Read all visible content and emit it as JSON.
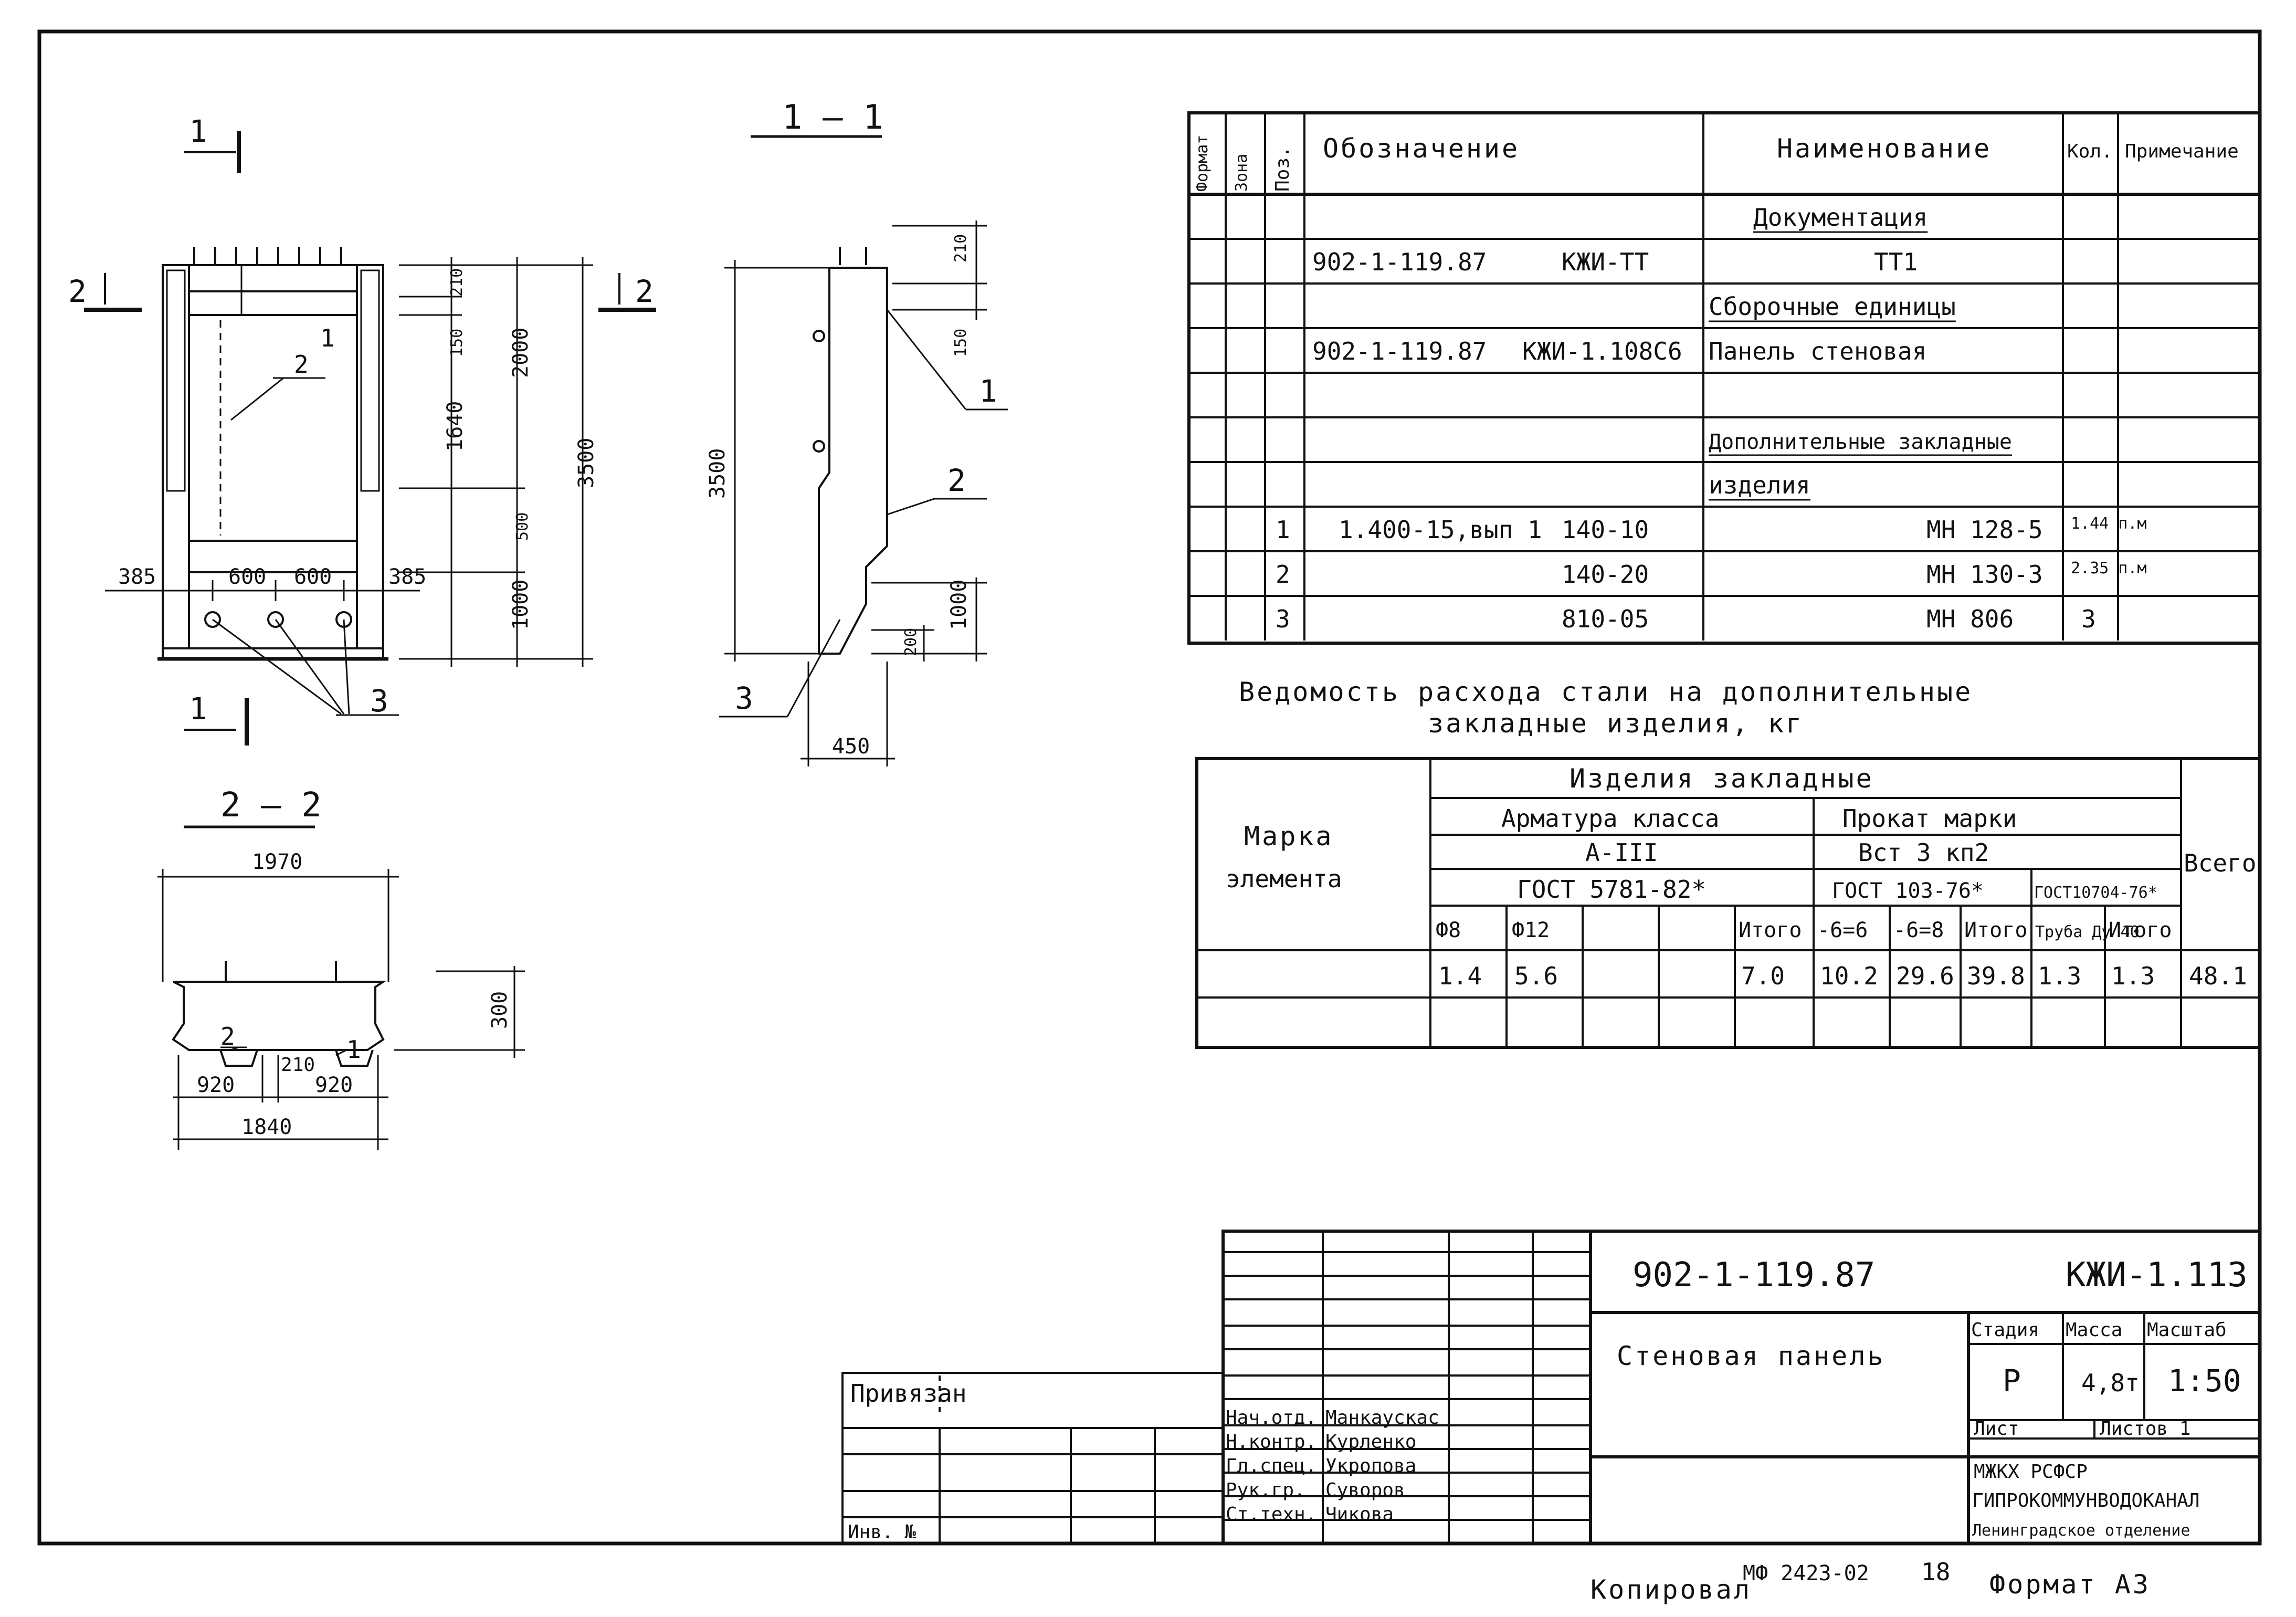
{
  "spec_table": {
    "headers": {
      "format": "Формат",
      "zone": "Зона",
      "pos": "Поз.",
      "designation": "Обозначение",
      "name": "Наименование",
      "qty": "Кол.",
      "note": "Примечание"
    },
    "rows": [
      {
        "pos": "",
        "desig_a": "",
        "desig_b": "",
        "name": "Документация",
        "qty": "",
        "underline": true,
        "center": true
      },
      {
        "pos": "",
        "desig_a": "902-1-119.87",
        "desig_b": "КЖИ-ТТ",
        "name": "ТТ1",
        "qty": "",
        "underline": false,
        "center": true
      },
      {
        "pos": "",
        "desig_a": "",
        "desig_b": "",
        "name": "Сборочные единицы",
        "qty": "",
        "underline": true,
        "center": false
      },
      {
        "pos": "",
        "desig_a": "902-1-119.87",
        "desig_b": "КЖИ-1.108С6",
        "name": "Панель  стеновая",
        "qty": "",
        "underline": false,
        "center": false
      },
      {
        "pos": "",
        "desig_a": "",
        "desig_b": "",
        "name": "",
        "qty": "",
        "underline": false,
        "center": false
      },
      {
        "pos": "",
        "desig_a": "",
        "desig_b": "",
        "name": "Дополнительные закладные",
        "qty": "",
        "underline": true,
        "center": false
      },
      {
        "pos": "",
        "desig_a": "",
        "desig_b": "",
        "name": "изделия",
        "qty": "",
        "underline": true,
        "center": false
      },
      {
        "pos": "1",
        "desig_a": "1.400-15,вып 1",
        "desig_b": "140-10",
        "name": "МН 128-5",
        "qty": "1.44 п.м",
        "underline": false,
        "center": false
      },
      {
        "pos": "2",
        "desig_a": "",
        "desig_b": "140-20",
        "name": "МН 130-3",
        "qty": "2.35 п.м",
        "underline": false,
        "center": false
      },
      {
        "pos": "3",
        "desig_a": "",
        "desig_b": "810-05",
        "name": "МН 806",
        "qty": "3",
        "underline": false,
        "center": false
      }
    ]
  },
  "steel_title": {
    "line1": "Ведомость расхода стали на дополнительные",
    "line2": "закладные изделия, кг"
  },
  "steel_table": {
    "mark_line1": "Марка",
    "mark_line2": "элемента",
    "group": "Изделия  закладные",
    "arm_class": "Арматура  класса",
    "rolled": "Прокат  марки",
    "a3": "А-III",
    "vst": "Вст 3 кп2",
    "gost_a": "ГОСТ 5781-82*",
    "gost_b": "ГОСТ 103-76*",
    "gost_c": "ГОСТ10704-76*",
    "total": "Всего",
    "cols": [
      "Ф8",
      "Ф12",
      "",
      "",
      "Итого",
      "-6=6",
      "-6=8",
      "Итого",
      "Труба Ду 40",
      "Итого"
    ],
    "values": [
      "1.4",
      "5.6",
      "",
      "",
      "7.0",
      "10.2",
      "29.6",
      "39.8",
      "1.3",
      "1.3",
      "48.1"
    ]
  },
  "title_block": {
    "doc_code": "902-1-119.87",
    "sheet_code": "КЖИ-1.113",
    "title": "Стеновая панель",
    "stage_h": "Стадия",
    "mass_h": "Масса",
    "scale_h": "Масштаб",
    "stage": "Р",
    "mass": "4,8т",
    "scale": "1:50",
    "sheet": "Лист",
    "sheets": "Листов 1",
    "org1": "МЖКХ          РСФСР",
    "org2": "ГИПРОКОММУНВОДОКАНАЛ",
    "org3": "Ленинградское отделение",
    "roles": [
      "Нач.отд.",
      "Н.контр.",
      "Гл.спец.",
      "Рук.гр.",
      "Ст.техн."
    ],
    "names": [
      "Манкаускас",
      "Курленко",
      "Укропова",
      "Суворов",
      "Чикова"
    ],
    "privyazan": "Привязан",
    "inv": "Инв. №"
  },
  "footer": {
    "copied": "Копировал",
    "mf": "МФ 2423-02",
    "n": "18",
    "format": "Формат А3"
  },
  "views": {
    "elevation": {
      "mark_top": "1",
      "mark_bottom": "1",
      "mark_2a": "2",
      "mark_2b": "2",
      "d210": "210",
      "d150": "150",
      "d1640": "1640",
      "d2000": "2000",
      "d3500": "3500",
      "d500": "500",
      "d1000": "1000",
      "d385a": "385",
      "d600a": "600",
      "d600b": "600",
      "d385b": "385",
      "p1": "1",
      "p2": "2",
      "p3": "3"
    },
    "section11": {
      "title": "1 — 1",
      "d210": "210",
      "d150": "150",
      "d3500": "3500",
      "d1000": "1000",
      "d200": "200",
      "d450": "450",
      "p1": "1",
      "p2": "2",
      "p3": "3"
    },
    "section22": {
      "title": "2 — 2",
      "d1970": "1970",
      "d300": "300",
      "d920a": "920",
      "d210": "210",
      "d920b": "920",
      "d1840": "1840",
      "p1": "1",
      "p2": "2"
    }
  }
}
